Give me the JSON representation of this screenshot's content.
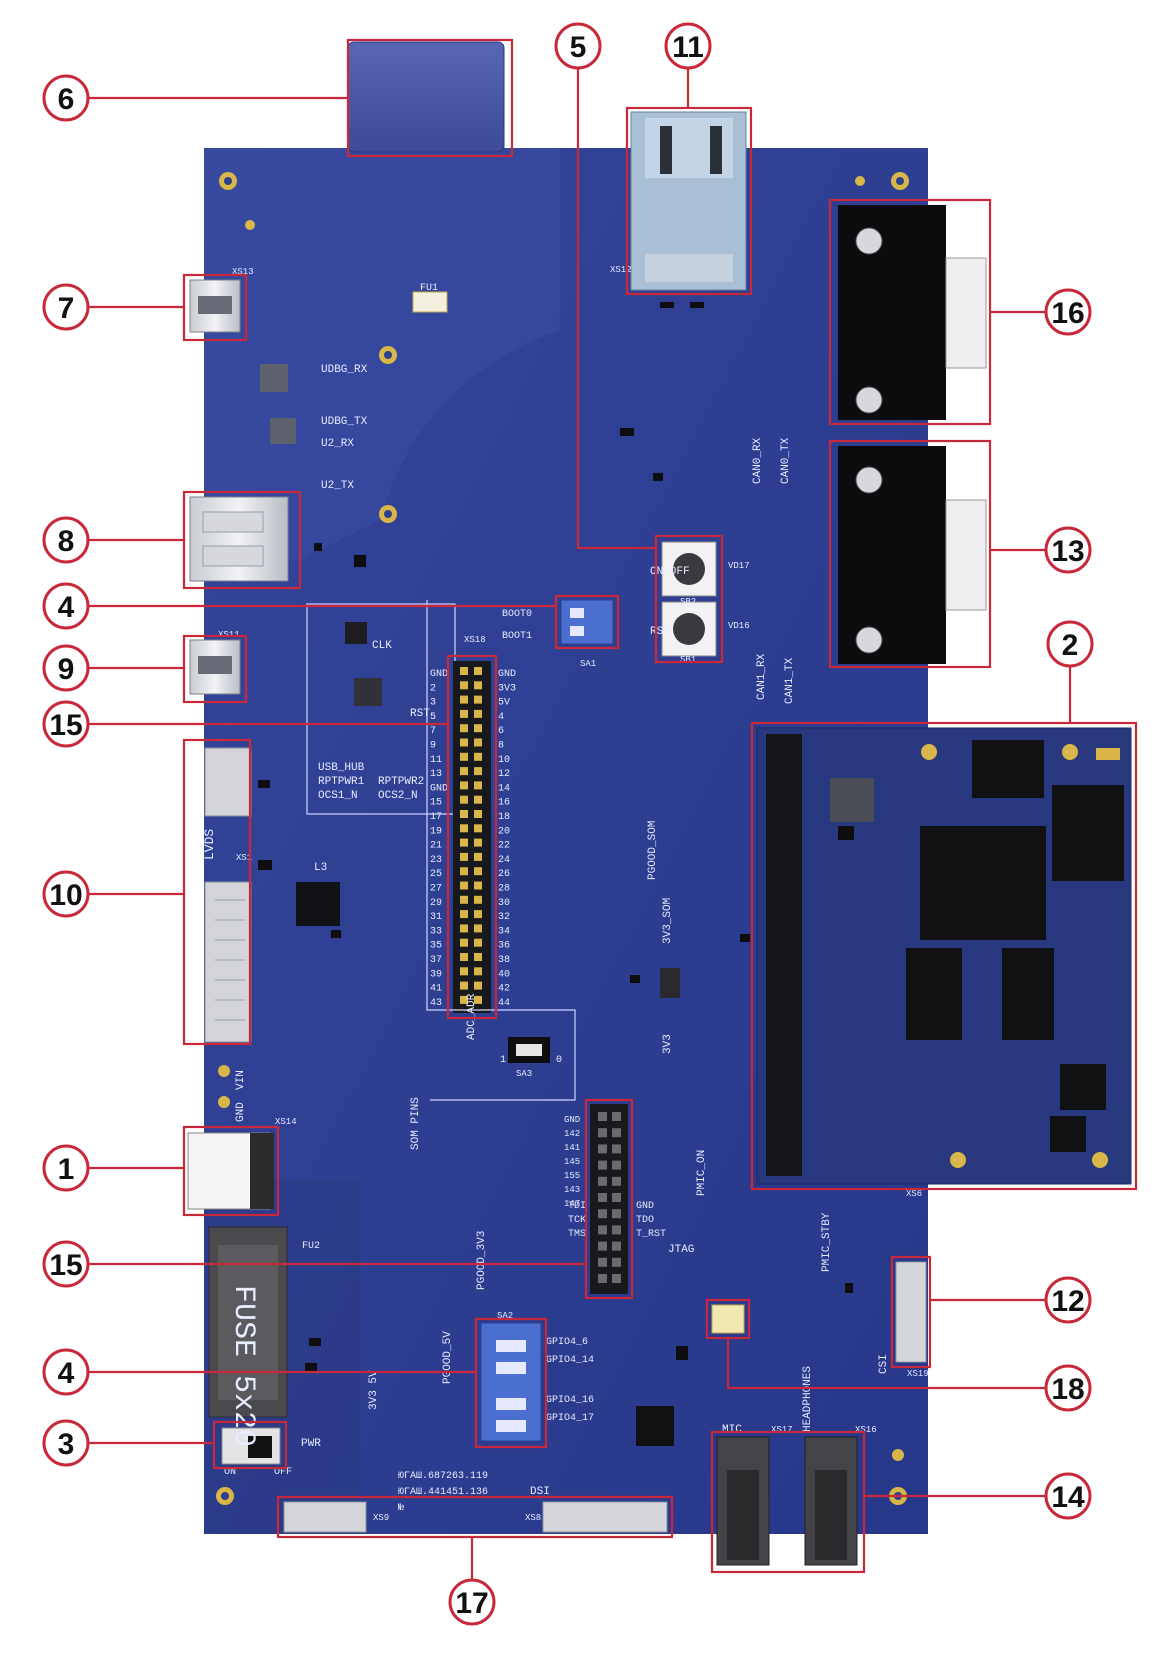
{
  "callouts": [
    {
      "id": "c1",
      "label": "1"
    },
    {
      "id": "c2",
      "label": "2"
    },
    {
      "id": "c3",
      "label": "3"
    },
    {
      "id": "c4a",
      "label": "4"
    },
    {
      "id": "c4b",
      "label": "4"
    },
    {
      "id": "c5",
      "label": "5"
    },
    {
      "id": "c6",
      "label": "6"
    },
    {
      "id": "c7",
      "label": "7"
    },
    {
      "id": "c8",
      "label": "8"
    },
    {
      "id": "c9",
      "label": "9"
    },
    {
      "id": "c10",
      "label": "10"
    },
    {
      "id": "c11",
      "label": "11"
    },
    {
      "id": "c12",
      "label": "12"
    },
    {
      "id": "c13",
      "label": "13"
    },
    {
      "id": "c14",
      "label": "14"
    },
    {
      "id": "c15a",
      "label": "15"
    },
    {
      "id": "c15b",
      "label": "15"
    },
    {
      "id": "c16",
      "label": "16"
    },
    {
      "id": "c17",
      "label": "17"
    },
    {
      "id": "c18",
      "label": "18"
    }
  ],
  "silkscreen": {
    "fuse": "FUSE 5x20",
    "fu2": "FU2",
    "fu1": "FU1",
    "pwr": "PWR",
    "xs13": "XS13",
    "xs12": "XS12",
    "xs11": "XS11",
    "xs14": "XS14",
    "xs18": "XS18",
    "xs19": "XS19",
    "xs17": "XS17",
    "xs16": "XS16",
    "xs9": "XS9",
    "xs8": "XS8",
    "xs6": "XS6",
    "xs51": "XS1",
    "udbg_rx": "UDBG_RX",
    "udbg_tx": "UDBG_TX",
    "u2_rx": "U2_RX",
    "u2_tx": "U2_TX",
    "lvds": "LVDS",
    "l3": "L3",
    "vin": "VIN",
    "gnd": "GND",
    "usb_hub": "USB_HUB",
    "rptpwr1": "RPTPWR1",
    "ocs1": "OCS1_N",
    "rptpwr2": "RPTPWR2",
    "ocs2": "OCS2_N",
    "clk": "CLK",
    "rst": "RST",
    "boot0": "BOOT0",
    "boot1": "BOOT1",
    "sa1": "SA1",
    "on_off": "ON/OFF",
    "rst_btn": "RST",
    "sb1": "SB1",
    "sb2": "SB2",
    "vd17": "VD17",
    "vd16": "VD16",
    "pgood_som": "PGOOD_SOM",
    "v3v3_som": "3V3_SOM",
    "v3v3": "3V3",
    "adc_adr": "ADC_ADR",
    "som_pins": "SOM PINS",
    "pmic_on": "PMIC_ON",
    "pmic_stby": "PMIC_STBY",
    "jtag": "JTAG",
    "pgood_3v3": "PGOOD_3V3",
    "pgood_5v": "PGOOD_5V",
    "v3v3_5v": "3V3 5V",
    "gpio1": "GPIO4_6",
    "gpio2": "GPIO4_14",
    "gpio3": "GPIO4_16",
    "gpio4": "GPIO4_17",
    "sa2": "SA2",
    "sa3": "SA3",
    "mic": "MIC",
    "headphones": "HEADPHONES",
    "csi": "CSI",
    "dsi": "DSI",
    "can0_rx": "CAN0_RX",
    "can0_tx": "CAN0_TX",
    "can1_rx": "CAN1_RX",
    "can1_tx": "CAN1_TX",
    "doc1": "ЮГАШ.687263.119",
    "doc2": "ЮГАШ.441451.136",
    "no": "№",
    "on": "ON",
    "off": "OFF",
    "one": "1",
    "zero": "0",
    "tms": "TMS",
    "tck": "TCK",
    "tdi": "TDI",
    "tdo": "TDO",
    "trst": "T_RST",
    "jgnd": "GND"
  },
  "header_left_labels": [
    "GND",
    "2",
    "3",
    "5",
    "7",
    "9",
    "11",
    "13",
    "GND",
    "15",
    "17",
    "19",
    "21",
    "23",
    "25",
    "27",
    "29",
    "31",
    "33",
    "35",
    "37",
    "39",
    "41",
    "43"
  ],
  "header_right_labels": [
    "GND",
    "3V3",
    "5V",
    "4",
    "6",
    "8",
    "10",
    "12",
    "14",
    "16",
    "18",
    "20",
    "22",
    "24",
    "26",
    "28",
    "30",
    "32",
    "34",
    "36",
    "38",
    "40",
    "42",
    "44"
  ],
  "jtag_left": [
    "GND",
    "142",
    "141",
    "145",
    "155",
    "143",
    "147",
    "GND",
    "TDI",
    "TCK",
    "TMS"
  ],
  "colors": {
    "board": "#2e3f8f",
    "board_dark": "#22306f",
    "callout_red": "#c8283a",
    "gold": "#d9b64a",
    "silk": "#e8ecff"
  }
}
